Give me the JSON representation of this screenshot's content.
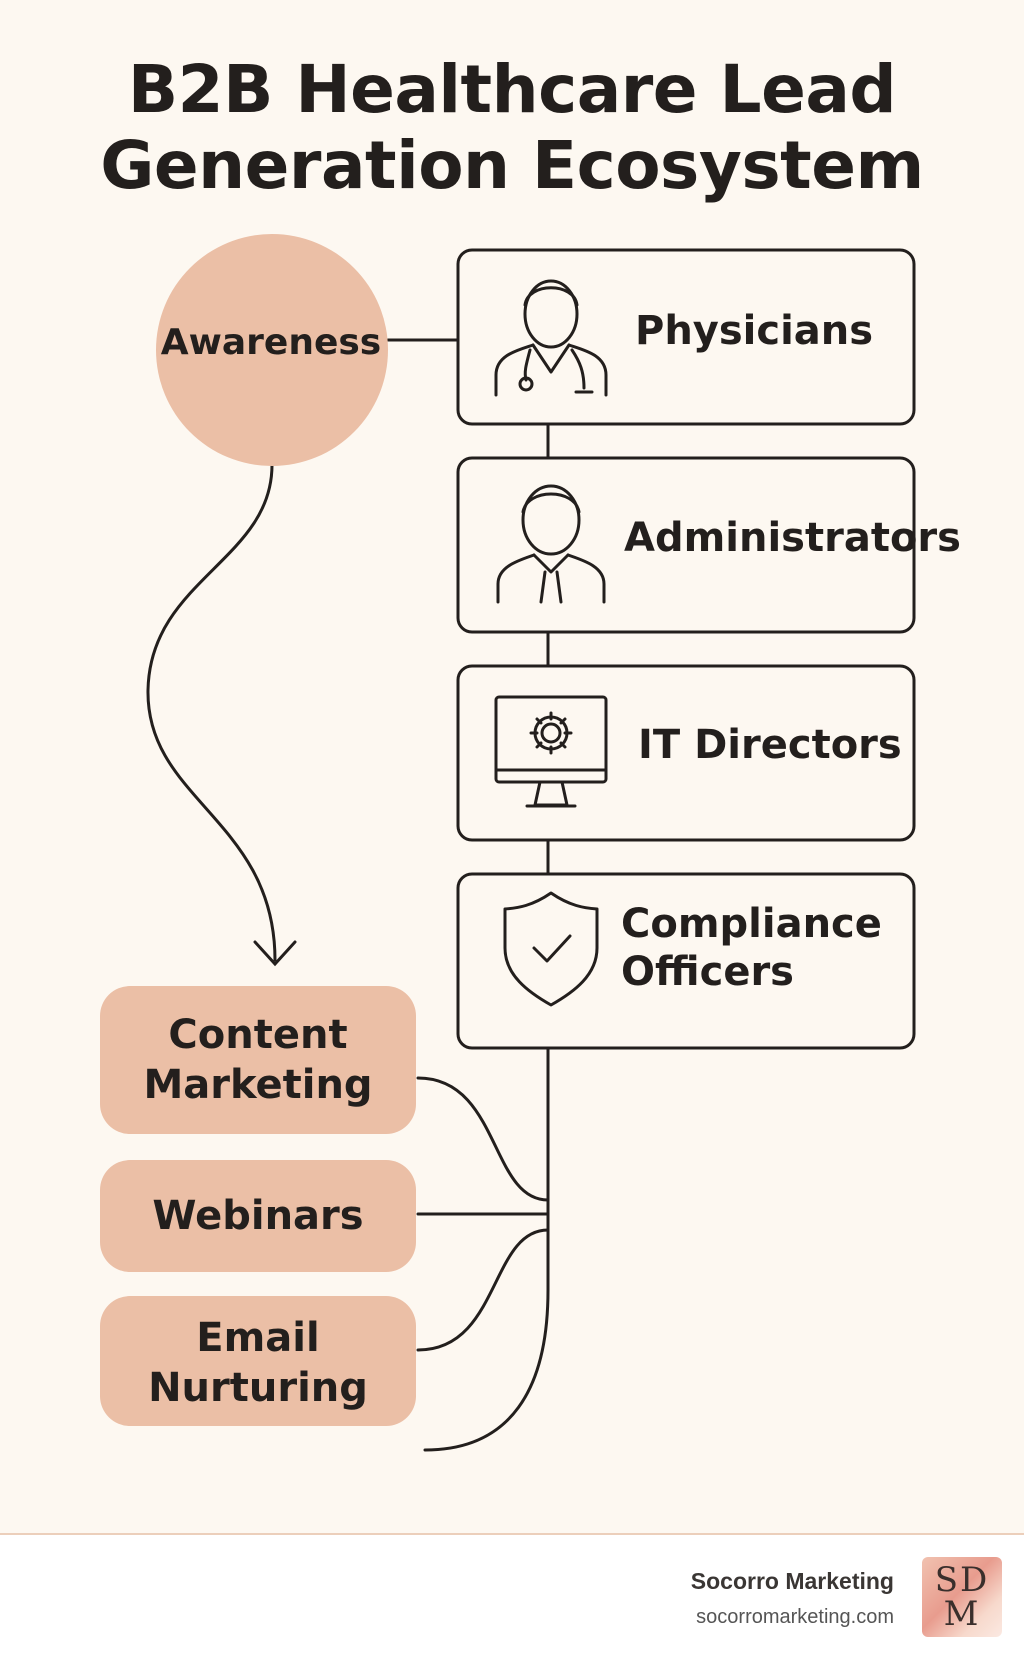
{
  "title": {
    "line1": "B2B Healthcare Lead",
    "line2": "Generation Ecosystem"
  },
  "stage": {
    "label": "Awareness"
  },
  "audiences": [
    {
      "line1": "Physicians",
      "line2": "",
      "icon": "physician-stethoscope-icon"
    },
    {
      "line1": "Administrators",
      "line2": "",
      "icon": "administrator-person-icon"
    },
    {
      "line1": "IT Directors",
      "line2": "",
      "icon": "monitor-gear-icon"
    },
    {
      "line1": "Compliance",
      "line2": "Officers",
      "icon": "shield-check-icon"
    }
  ],
  "tactics": [
    {
      "line1": "Content",
      "line2": "Marketing"
    },
    {
      "line1": "Webinars",
      "line2": ""
    },
    {
      "line1": "Email",
      "line2": "Nurturing"
    }
  ],
  "footer": {
    "brand": "Socorro Marketing",
    "url": "socorromarketing.com",
    "logo_line1": "SD",
    "logo_line2": "M"
  },
  "colors": {
    "background": "#fdf8f1",
    "accent": "#ebbfa6",
    "stroke": "#231f1d"
  }
}
